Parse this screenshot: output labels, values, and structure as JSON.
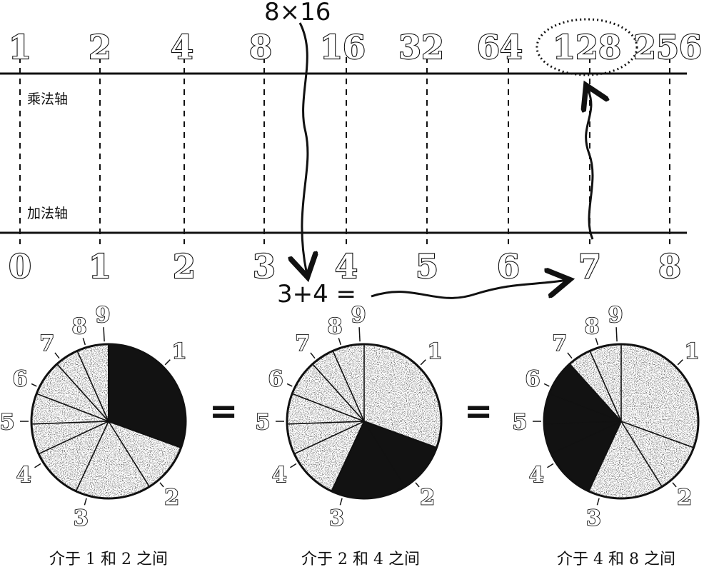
{
  "multiplication_axis": {
    "label": "乘法轴",
    "ticks": [
      "1",
      "2",
      "4",
      "8",
      "16",
      "32",
      "64",
      "128",
      "256"
    ],
    "highlighted": "128",
    "annotation": "8×16"
  },
  "addition_axis": {
    "label": "加法轴",
    "ticks": [
      "0",
      "1",
      "2",
      "3",
      "4",
      "5",
      "6",
      "7",
      "8"
    ],
    "annotation": "3+4 ="
  },
  "equals_sign": "=",
  "pies": [
    {
      "slice_labels": [
        "1",
        "2",
        "3",
        "4",
        "5",
        "6",
        "7",
        "8",
        "9"
      ],
      "dark_slice": "1",
      "caption": "介于 1 和 2 之间"
    },
    {
      "slice_labels": [
        "1",
        "2",
        "3",
        "4",
        "5",
        "6",
        "7",
        "8",
        "9"
      ],
      "dark_slice": "2–3",
      "caption": "介于 2 和 4 之间"
    },
    {
      "slice_labels": [
        "1",
        "2",
        "3",
        "4",
        "5",
        "6",
        "7",
        "8",
        "9"
      ],
      "dark_slice": "4–7",
      "caption": "介于 4 和 8 之间"
    }
  ],
  "colors": {
    "ink": "#111111",
    "paper": "#ffffff",
    "dark_slice": "#121212",
    "stipple": "#4a4a4a"
  }
}
